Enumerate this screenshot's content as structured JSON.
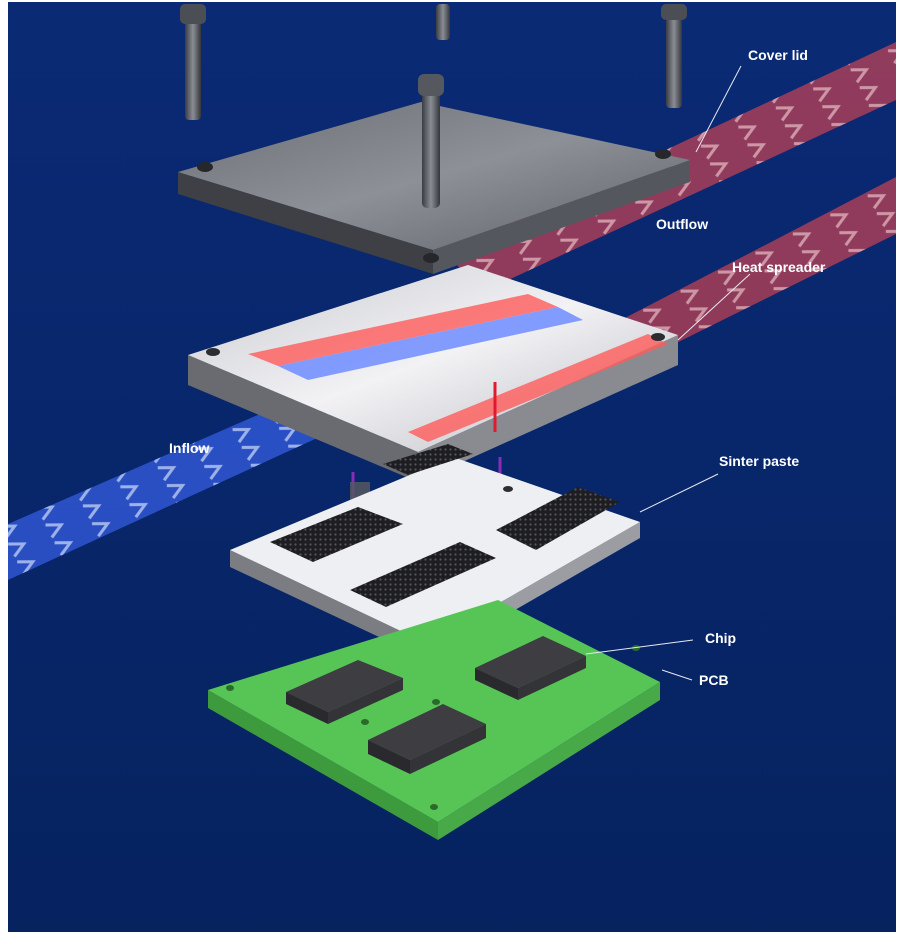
{
  "labels": {
    "cover_lid": "Cover lid",
    "outflow": "Outflow",
    "heat_spreader": "Heat spreader",
    "inflow": "Inflow",
    "sinter_paste": "Sinter paste",
    "chip": "Chip",
    "pcb": "PCB"
  },
  "colors": {
    "background": "#07256c",
    "outflow_stream": "#ff4a4a",
    "inflow_stream": "#3f6bff",
    "pcb": "#4fc24f",
    "chip": "#3d3d3d",
    "metal": "#cfcfd3",
    "label_text": "#ffffff"
  }
}
